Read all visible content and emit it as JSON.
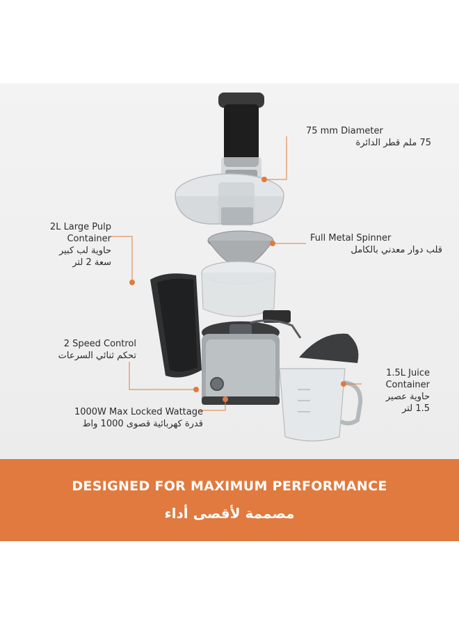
{
  "callouts": {
    "diameter": {
      "en": "75 mm Diameter",
      "ar": "75 ملم قطر الدائرة"
    },
    "pulp": {
      "en_line1": "2L Large Pulp",
      "en_line2": "Container",
      "ar_line1": "حاوية لب كبير",
      "ar_line2": "سعة 2 لتر"
    },
    "spinner": {
      "en": "Full Metal Spinner",
      "ar": "قلب دوار معدني بالكامل"
    },
    "speed": {
      "en": "2 Speed Control",
      "ar": "تحكم ثنائي السرعات"
    },
    "juice": {
      "en_line1": "1.5L Juice",
      "en_line2": "Container",
      "ar_line1": "حاوية عصير",
      "ar_line2": "1.5 لتر"
    },
    "wattage": {
      "en": "1000W Max Locked Wattage",
      "ar": "قدرة كهربائية قصوى 1000 واط"
    }
  },
  "banner": {
    "headline_en": "DESIGNED FOR MAXIMUM PERFORMANCE",
    "headline_ar": "مصممة لأقصى أداء"
  },
  "colors": {
    "accent": "#e07a3f",
    "text": "#2b2b2b",
    "panel": "#efefef"
  }
}
